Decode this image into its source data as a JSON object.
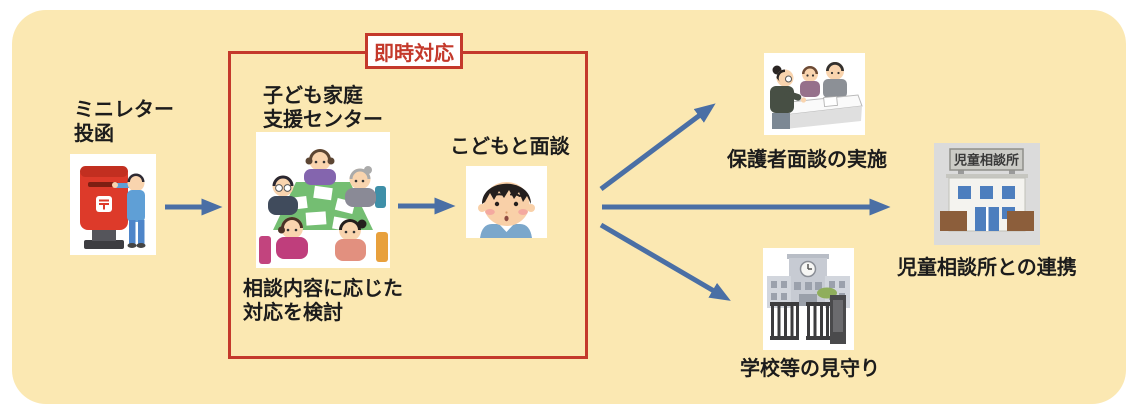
{
  "colors": {
    "panel_bg": "#FBE8B2",
    "arrow_blue": "#4A6FA5",
    "accent_red": "#C4392B",
    "text": "#1C1C1C"
  },
  "flow": {
    "mini_letter": {
      "line1": "ミニレター",
      "line2": "投函"
    },
    "immediate_badge": "即時対応",
    "support_center": {
      "line1": "子ども家庭",
      "line2": "支援センター"
    },
    "support_note": {
      "line1": "相談内容に応じた",
      "line2": "対応を検討"
    },
    "child_interview": "こどもと面談",
    "outcomes": {
      "parent_interview": "保護者面談の実施",
      "jidou_center": {
        "label": "児童相談所との連携",
        "building_sign": "児童相談所"
      },
      "school": "学校等の見守り"
    }
  }
}
